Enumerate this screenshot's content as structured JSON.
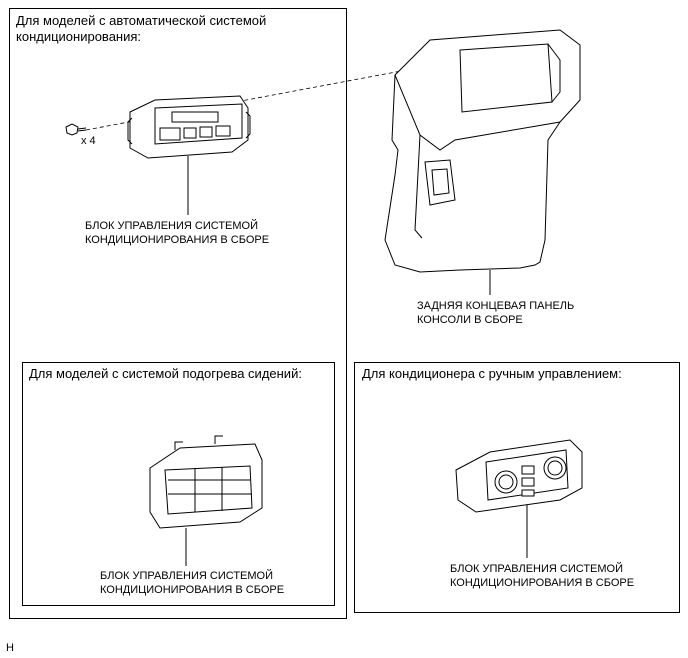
{
  "panels": {
    "auto": {
      "title": "Для моделей с автоматической системой\nкондиционирования:",
      "screw_qty": "x 4",
      "part_label": "БЛОК УПРАВЛЕНИЯ СИСТЕМОЙ\nКОНДИЦИОНИРОВАНИЯ В СБОРЕ"
    },
    "heated_seats": {
      "title": "Для моделей с системой подогрева сидений:",
      "part_label": "БЛОК УПРАВЛЕНИЯ СИСТЕМОЙ\nКОНДИЦИОНИРОВАНИЯ В СБОРЕ"
    },
    "manual": {
      "title": "Для кондиционера с ручным управлением:",
      "part_label": "БЛОК УПРАВЛЕНИЯ СИСТЕМОЙ\nКОНДИЦИОНИРОВАНИЯ В СБОРЕ"
    }
  },
  "console_label": "ЗАДНЯЯ КОНЦЕВАЯ ПАНЕЛЬ\nКОНСОЛИ В СБОРЕ",
  "footer_code": "H"
}
